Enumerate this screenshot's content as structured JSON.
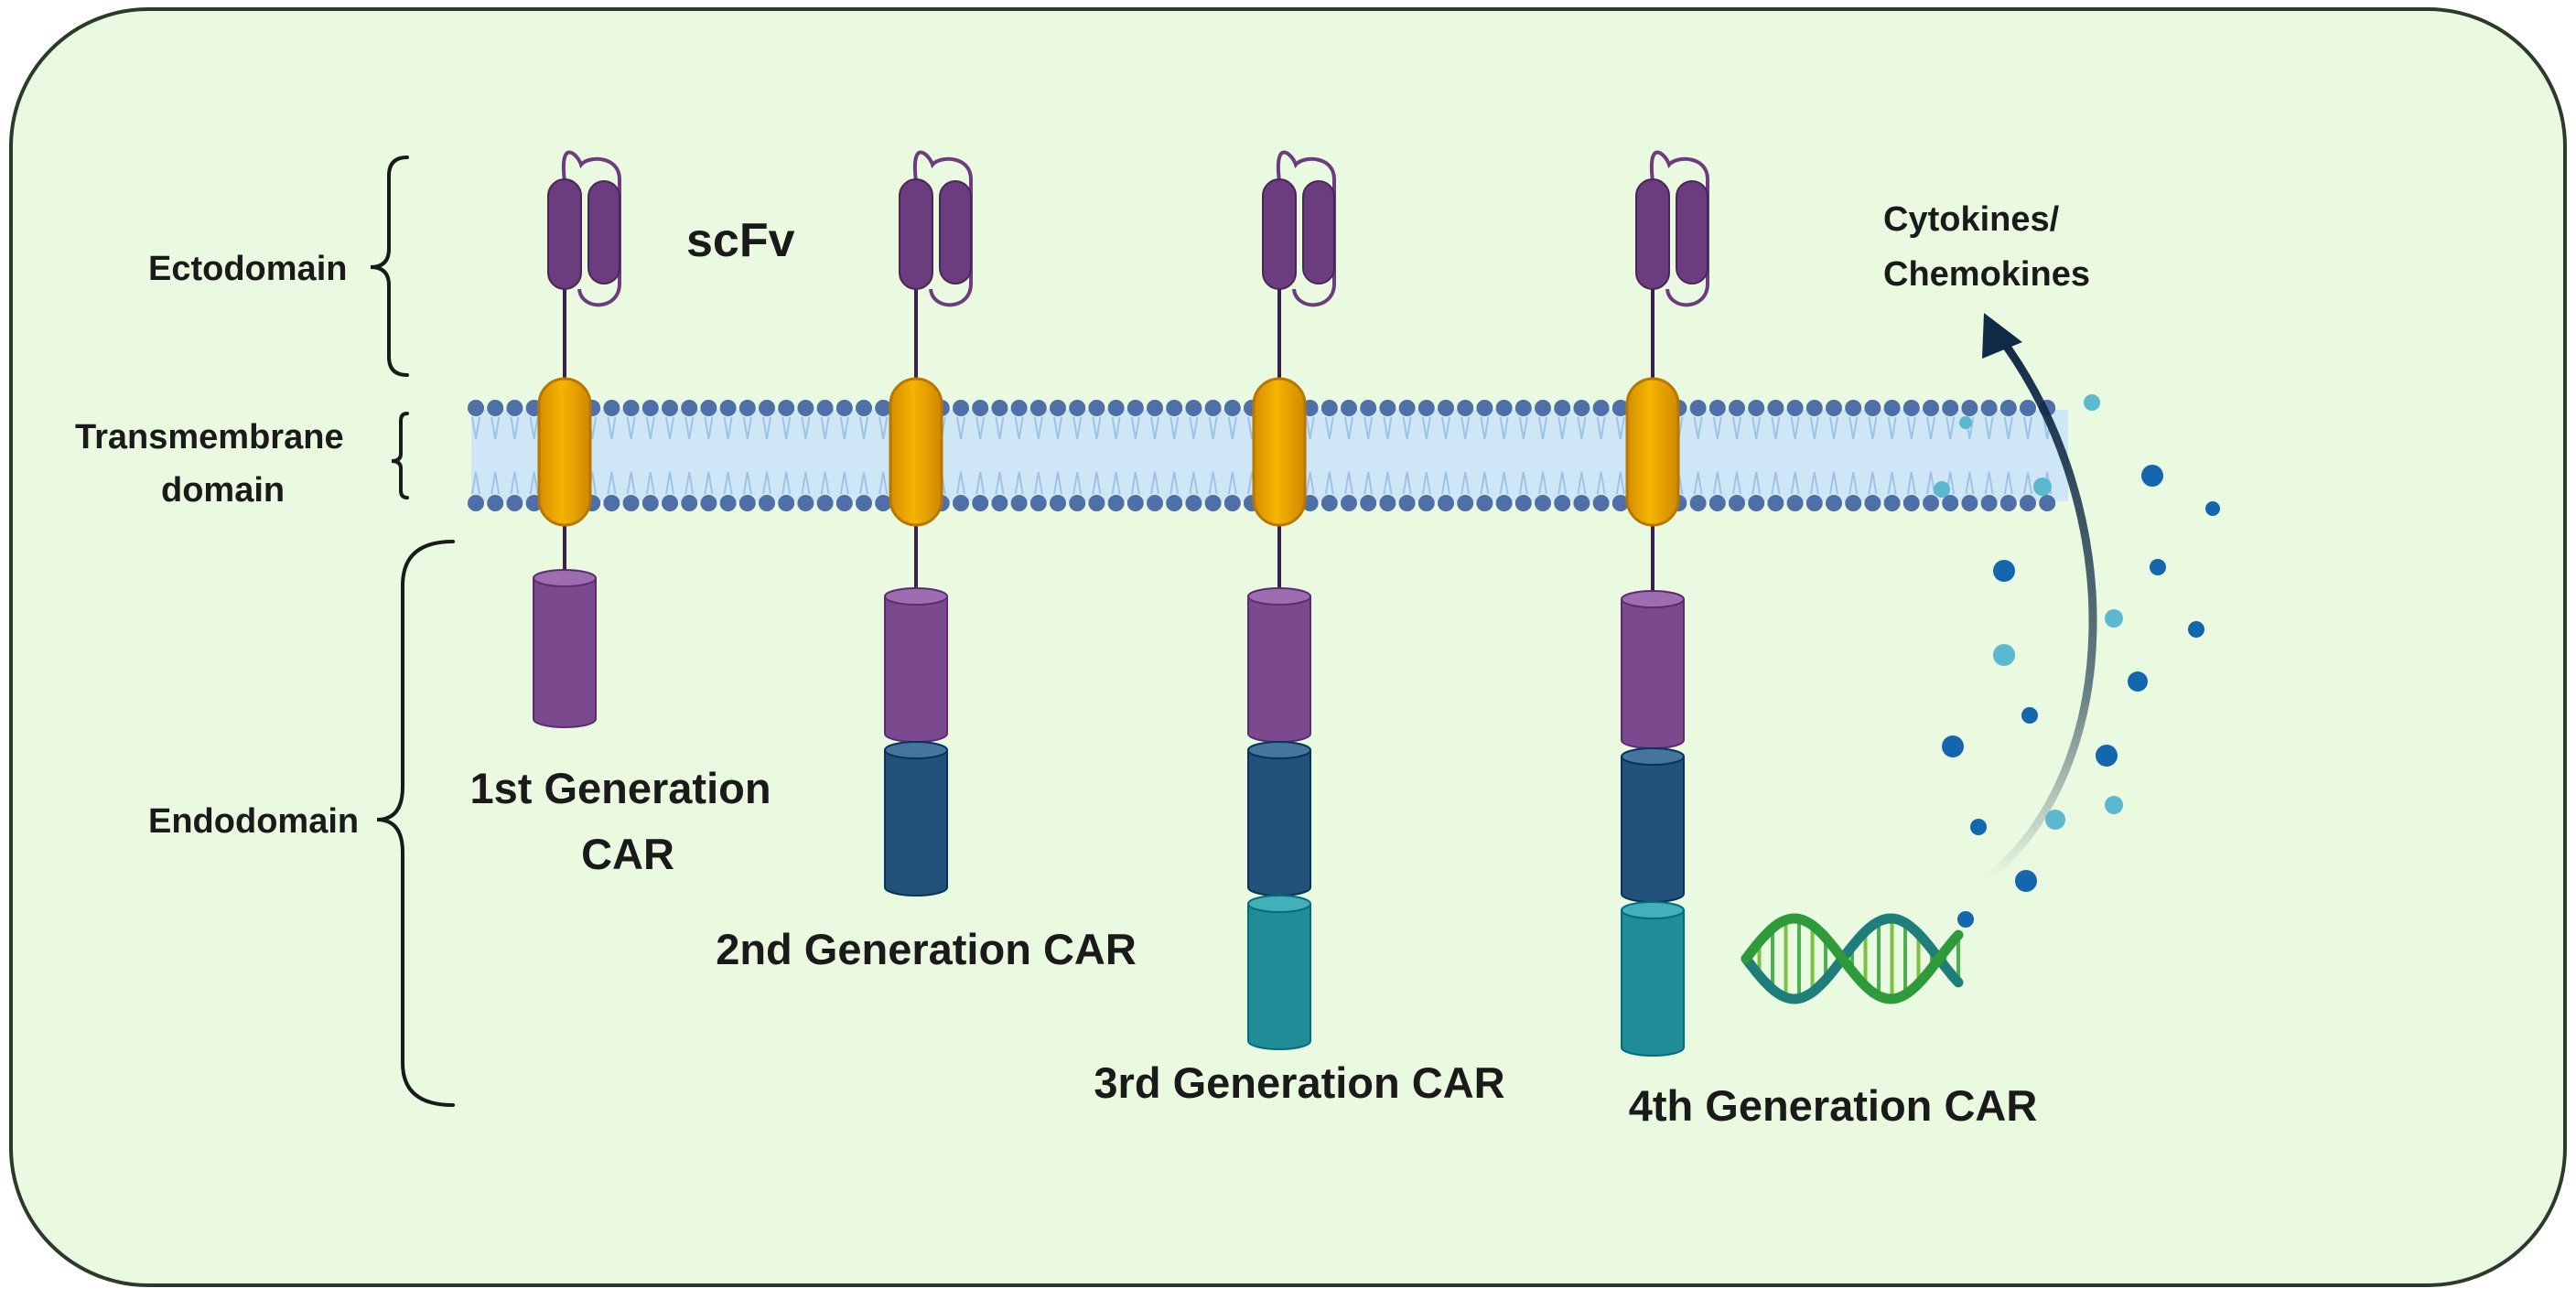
{
  "domain_labels": {
    "ectodomain": "Ectodomain",
    "transmembrane_line1": "Transmembrane",
    "transmembrane_line2": "domain",
    "endodomain": "Endodomain"
  },
  "scfv_label": "scFv",
  "generations": [
    {
      "id": "gen1",
      "label_line1": "1st Generation",
      "label_line2": "CAR",
      "signaling_domains": 1
    },
    {
      "id": "gen2",
      "label_line1": "2nd Generation CAR",
      "label_line2": "",
      "signaling_domains": 2
    },
    {
      "id": "gen3",
      "label_line1": "3rd Generation CAR",
      "label_line2": "",
      "signaling_domains": 3
    },
    {
      "id": "gen4",
      "label_line1": "4th Generation CAR",
      "label_line2": "",
      "signaling_domains": 3
    }
  ],
  "secretion": {
    "label_line1": "Cytokines/",
    "label_line2": "Chemokines"
  },
  "colors": {
    "panel_fill": "#e9fae0",
    "panel_border": "#2b3a2b",
    "membrane_head": "#4f6fa8",
    "membrane_tail": "#9fc3e2",
    "membrane_core": "#cfe6f6",
    "transmembrane": "#f0a800",
    "scfv": "#6b3d7e",
    "domain_purple": "#7b4a8e",
    "domain_navy": "#225279",
    "domain_teal": "#1f8c98",
    "arrow": "#0f2a45",
    "dna_green": "#2e9a3a",
    "dna_teal": "#1e7f7a",
    "cytokine_dark": "#1466ad",
    "cytokine_light": "#5cb8cf"
  }
}
